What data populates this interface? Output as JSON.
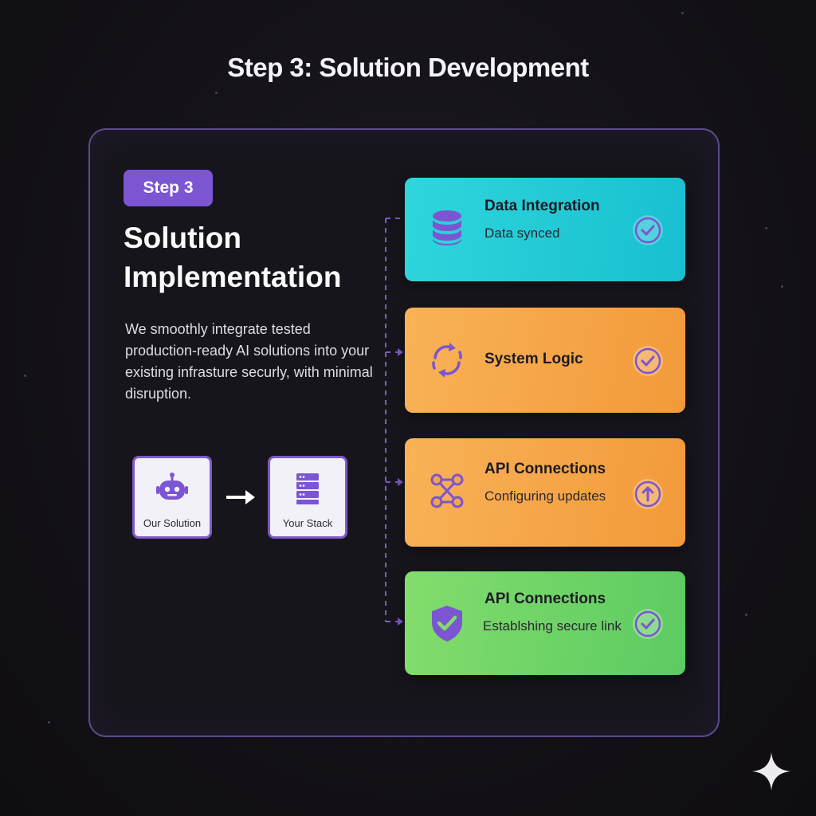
{
  "header": {
    "title": "Step 3: Solution Development"
  },
  "left": {
    "badge": "Step 3",
    "heading": "Solution Implementation",
    "description": "We smoothly integrate tested production-ready AI solutions into your existing infrasture securly, with minimal disruption.",
    "boxes": [
      {
        "label": "Our Solution",
        "icon": "robot-icon"
      },
      {
        "label": "Your Stack",
        "icon": "server-stack-icon"
      }
    ]
  },
  "cards": [
    {
      "title": "Data Integration",
      "subtitle": "Data synced",
      "icon": "database-icon",
      "status": "check",
      "color": "#22c9d6"
    },
    {
      "title": "System Logic",
      "subtitle": "",
      "icon": "sync-cycle-icon",
      "status": "check",
      "color": "#f5a545"
    },
    {
      "title": "API Connections",
      "subtitle": "Configuring updates",
      "icon": "node-graph-icon",
      "status": "in-progress",
      "color": "#f5a545"
    },
    {
      "title": "API Connections",
      "subtitle": "Establshing secure link",
      "icon": "shield-check-icon",
      "status": "check",
      "color": "#6fd468"
    }
  ],
  "colors": {
    "accent_purple": "#7b55d2",
    "panel_border": "#5e4a8e",
    "background": "#141218"
  }
}
